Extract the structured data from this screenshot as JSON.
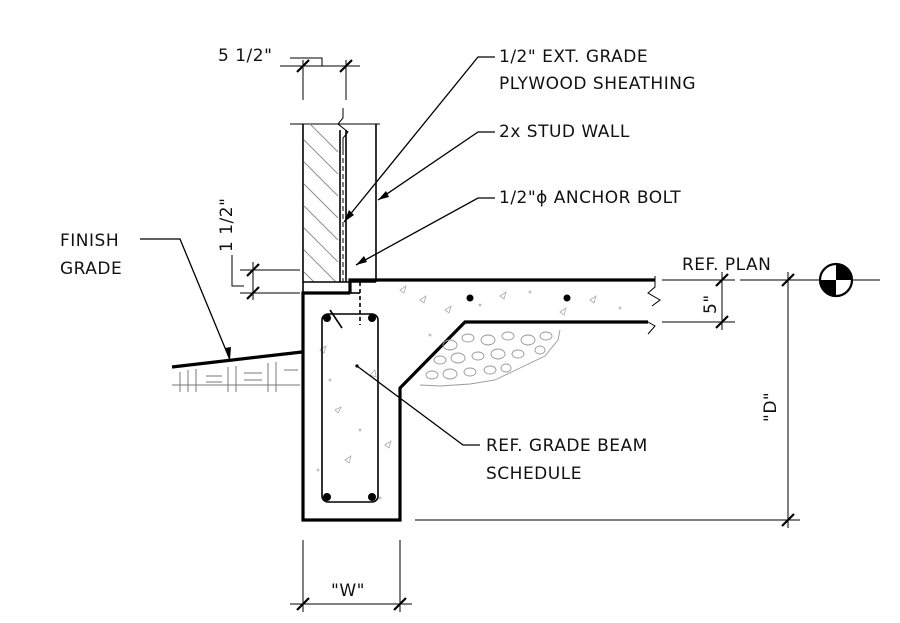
{
  "labels": {
    "dim_stud_width": "5 1/2\"",
    "plywood_line1": "1/2\" EXT. GRADE",
    "plywood_line2": "PLYWOOD SHEATHING",
    "stud_wall": "2x STUD WALL",
    "anchor_bolt": "1/2\"ϕ ANCHOR BOLT",
    "finish_grade_line1": "FINISH",
    "finish_grade_line2": "GRADE",
    "dim_step": "1 1/2\"",
    "ref_plan": "REF. PLAN",
    "dim_slab": "5\"",
    "dim_depth": "\"D\"",
    "grade_beam_line1": "REF. GRADE BEAM",
    "grade_beam_line2": "SCHEDULE",
    "dim_width": "\"W\""
  },
  "colors": {
    "line": "#000000",
    "hatch": "#888888",
    "background": "#ffffff"
  },
  "symbols": {
    "elevation_marker": "elevation-target-icon"
  }
}
